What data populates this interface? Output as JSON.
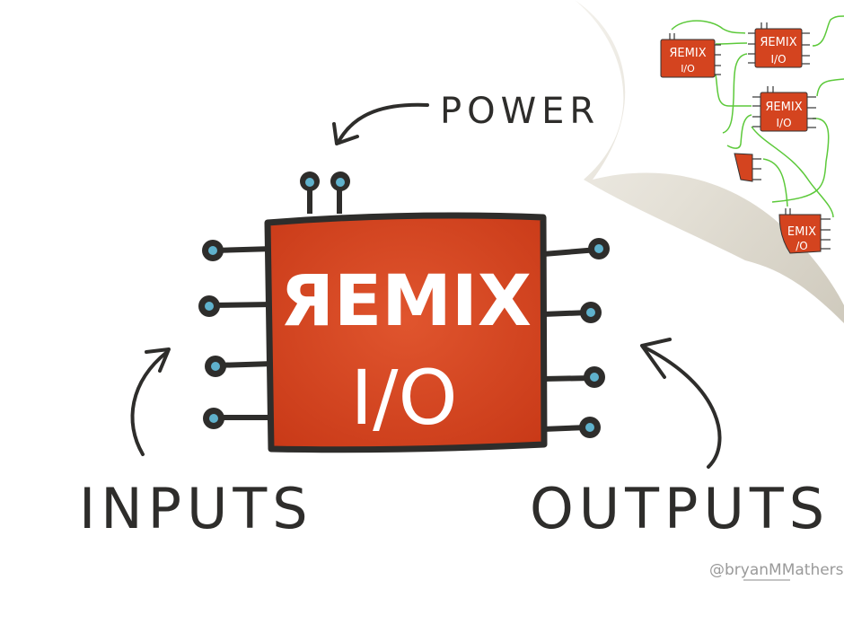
{
  "diagram": {
    "chip": {
      "title_line1": "ЯEMIX",
      "title_line2": "I/O",
      "fill_color": "#d4441f",
      "outline_color": "#2e2d2b",
      "pin_dot_color": "#5fb1cc",
      "power_pins": 2,
      "input_pins": 4,
      "output_pins": 4
    },
    "labels": {
      "power": "POWER",
      "inputs": "INPUTS",
      "outputs": "OUTPUTS"
    },
    "page_curl": {
      "mini_chip_line1": "ЯEMIX",
      "mini_chip_line2": "I/O",
      "wire_color": "#5cc93a",
      "paper_color": "#e7e3da"
    },
    "signature": "@bryanMMathers"
  }
}
